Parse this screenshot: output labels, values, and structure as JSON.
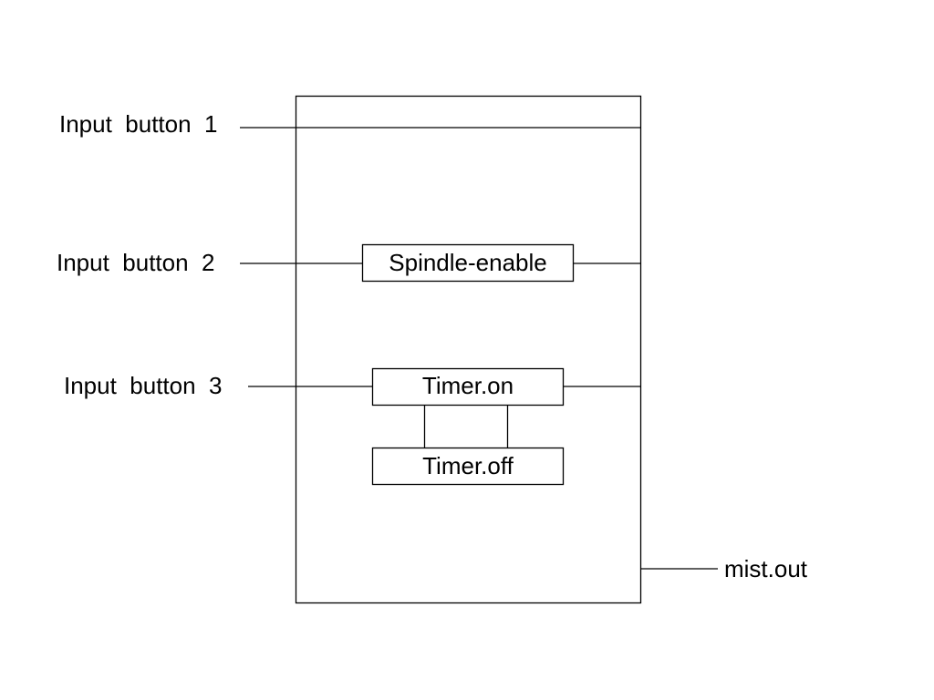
{
  "inputs": {
    "button_1": "Input  button  1",
    "button_2": "Input  button  2",
    "button_3": "Input  button  3"
  },
  "blocks": {
    "spindle_enable": "Spindle-enable",
    "timer_on": "Timer.on",
    "timer_off": "Timer.off"
  },
  "output": {
    "mist_out": "mist.out"
  },
  "colors": {
    "line": "#000000",
    "background": "#ffffff"
  }
}
